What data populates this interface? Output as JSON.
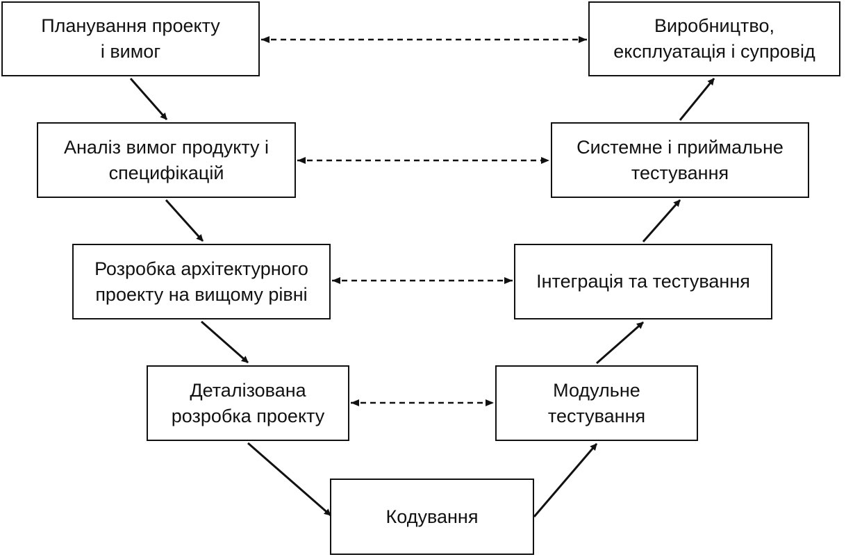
{
  "nodes": {
    "planning": "Планування проекту\nі вимог",
    "production": "Виробництво,\nексплуатація і супровід",
    "analysis": "Аналіз вимог продукту і\nспецифікацій",
    "system_test": "Системне і приймальне\nтестування",
    "arch": "Розробка архітектурного\nпроекту на вищому рівні",
    "integration": "Інтеграція та тестування",
    "detailed": "Деталізована\nрозробка проекту",
    "unit_test": "Модульне\nтестування",
    "coding": "Кодування"
  },
  "colors": {
    "stroke": "#111111",
    "background": "#ffffff"
  }
}
